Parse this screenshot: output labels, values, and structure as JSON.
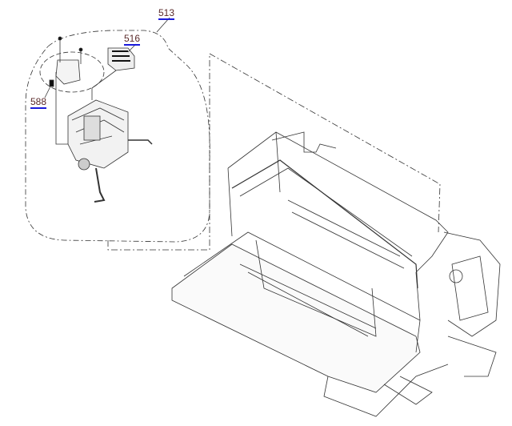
{
  "callouts": {
    "assembly": "513",
    "cap_part": "516",
    "small_part": "588"
  },
  "colors": {
    "label_text": "#5a2a2a",
    "label_underline": "#1a1adc",
    "line": "#222222"
  }
}
